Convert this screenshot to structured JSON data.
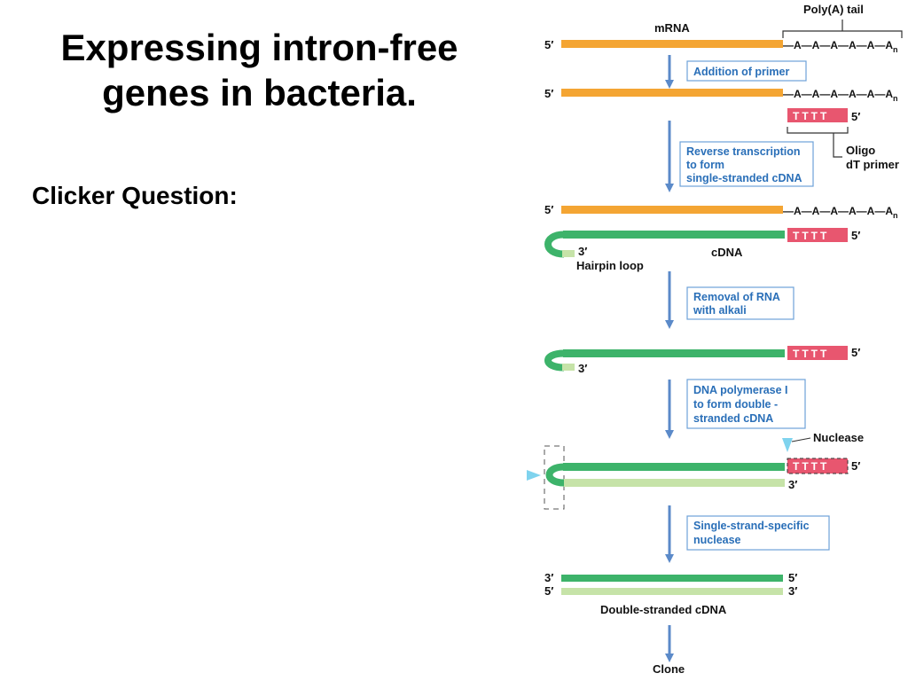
{
  "slide": {
    "title_line1": "Expressing intron-free",
    "title_line2": "genes in bacteria.",
    "question": "Clicker Question:"
  },
  "diagram": {
    "poly_a_tail": "Poly(A) tail",
    "mrna": "mRNA",
    "poly_a_seq": "—A—A—A—A—A—A",
    "subscript_n": "n",
    "five_prime": "5′",
    "three_prime": "3′",
    "tttt": "TTTT",
    "oligo": "Oligo",
    "dt_primer": "dT primer",
    "cdna": "cDNA",
    "hairpin": "Hairpin loop",
    "nuclease": "Nuclease",
    "double_stranded": "Double-stranded cDNA",
    "clone": "Clone",
    "steps": {
      "s1": [
        "Addition of primer"
      ],
      "s2": [
        "Reverse transcription",
        "to form",
        "single-stranded cDNA"
      ],
      "s3": [
        "Removal of RNA",
        "with alkali"
      ],
      "s4": [
        "DNA polymerase I",
        "to form double -",
        "stranded cDNA"
      ],
      "s5": [
        "Single-strand-specific",
        "nuclease"
      ]
    }
  },
  "colors": {
    "mrna": "#f4a533",
    "cdna": "#3db36a",
    "second_strand": "#c6e3a8",
    "primer": "#e8566f",
    "arrow": "#5b8ac9",
    "box_border": "#6da2d8",
    "box_text": "#2a6fb8",
    "nuclease_marker": "#7fd3ee"
  }
}
